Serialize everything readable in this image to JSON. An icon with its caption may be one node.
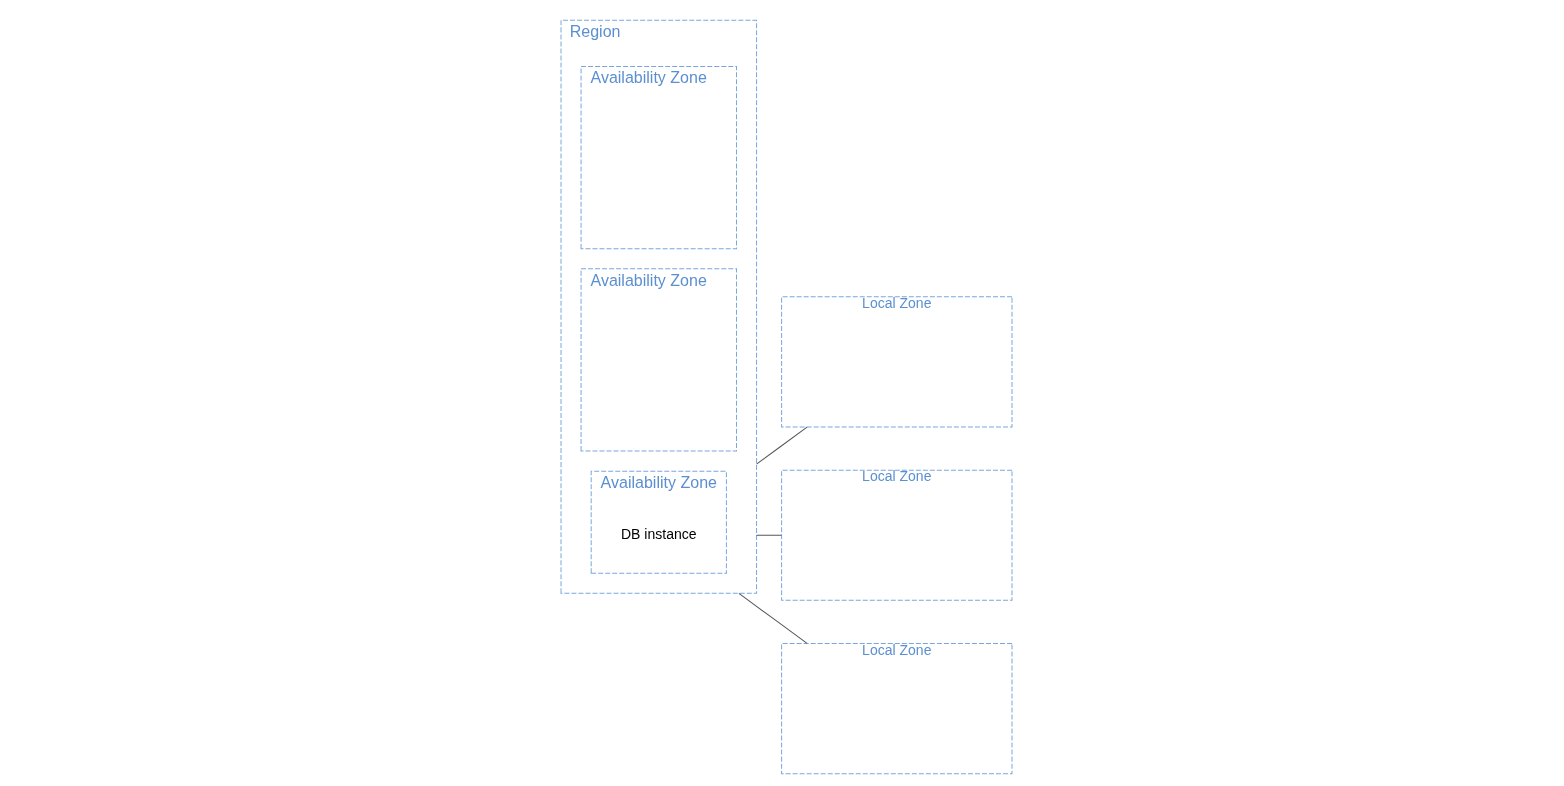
{
  "diagram": {
    "nodes": [
      {
        "text": [
          "Region"
        ]
      },
      {
        "text": [
          "Availability Zone"
        ],
        "in": 0
      },
      {
        "text": [
          "Availability Zone"
        ],
        "in": 0
      },
      {
        "text": [
          "Availability Zone"
        ],
        "in": 0
      },
      {
        "text": [
          "DB instance"
        ],
        "in": 3
      },
      {
        "text": [
          "Local Zone"
        ]
      },
      {
        "text": [
          "Local Zone"
        ]
      },
      {
        "text": [
          "Local Zone"
        ]
      }
    ],
    "edges": [
      {
        "from": 0,
        "to": 5,
        "arrow": "none"
      },
      {
        "from": 0,
        "to": 6,
        "arrow": "none"
      },
      {
        "from": 0,
        "to": 7,
        "arrow": "none"
      }
    ]
  }
}
